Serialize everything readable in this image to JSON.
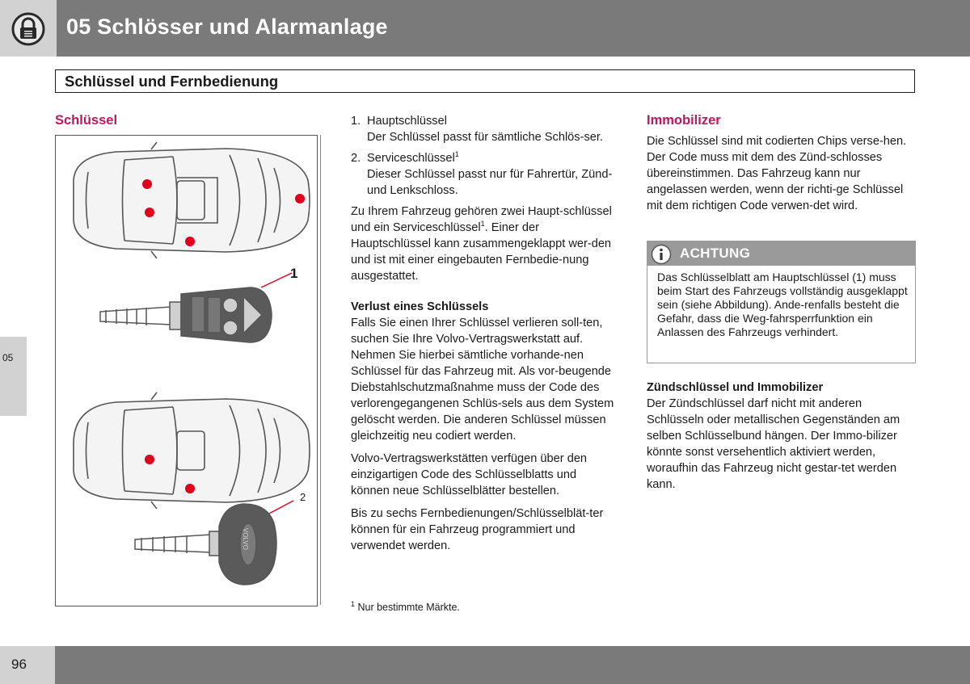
{
  "header": {
    "title": "05 Schlösser und Alarmanlage",
    "lock_icon": "lock-icon"
  },
  "section": {
    "title": "Schlüssel und Fernbedienung"
  },
  "side_tab": "05",
  "page_number": "96",
  "left": {
    "heading": "Schlüssel",
    "callout_1": "1",
    "callout_2": "2",
    "key_brand": "VOLVO"
  },
  "middle": {
    "list": [
      {
        "num": "1.",
        "title": "Hauptschlüssel",
        "desc": "Der Schlüssel passt für sämtliche Schlös-ser."
      },
      {
        "num": "2.",
        "title": "Serviceschlüssel",
        "sup": "1",
        "desc": "Dieser Schlüssel passt nur für Fahrertür, Zünd- und Lenkschloss."
      }
    ],
    "para1_a": "Zu Ihrem Fahrzeug gehören zwei Haupt-schlüssel und ein Serviceschlüssel",
    "para1_sup": "1",
    "para1_b": ". Einer der Hauptschlüssel kann zusammengeklappt wer-den und ist mit einer eingebauten Fernbedie-nung ausgestattet.",
    "subheading": "Verlust eines Schlüssels",
    "para2": "Falls Sie einen Ihrer Schlüssel verlieren soll-ten, suchen Sie Ihre Volvo-Vertragswerkstatt auf. Nehmen Sie hierbei sämtliche vorhande-nen Schlüssel für das Fahrzeug mit. Als vor-beugende Diebstahlschutzmaßnahme muss der Code des verlorengegangenen Schlüs-sels aus dem System gelöscht werden. Die anderen Schlüssel müssen gleichzeitig neu codiert werden.",
    "para3": "Volvo-Vertragswerkstätten verfügen über den einzigartigen Code des Schlüsselblatts und können neue Schlüsselblätter bestellen.",
    "para4": "Bis zu sechs Fernbedienungen/Schlüsselblät-ter können für ein Fahrzeug programmiert und verwendet werden.",
    "footnote_sup": "1",
    "footnote": " Nur bestimmte Märkte."
  },
  "right": {
    "heading": "Immobilizer",
    "para1": "Die Schlüssel sind mit codierten Chips verse-hen. Der Code muss mit dem des Zünd-schlosses übereinstimmen. Das Fahrzeug kann nur angelassen werden, wenn der richti-ge Schlüssel mit dem richtigen Code verwen-det wird.",
    "warning": {
      "label": "ACHTUNG",
      "icon": "info-icon",
      "text": "Das Schlüsselblatt am Hauptschlüssel (1) muss beim Start des Fahrzeugs vollständig ausgeklappt sein (siehe Abbildung). Ande-renfalls besteht die Gefahr, dass die Weg-fahrsperrfunktion ein Anlassen des Fahrzeugs verhindert."
    },
    "subheading": "Zündschlüssel und Immobilizer",
    "para2": "Der Zündschlüssel darf nicht mit anderen Schlüsseln oder metallischen Gegenständen am selben Schlüsselbund hängen. Der Immo-bilizer könnte sonst versehentlich aktiviert werden, woraufhin das Fahrzeug nicht gestar-tet werden kann."
  },
  "colors": {
    "accent": "#c0175a",
    "bar": "#7a7a7a",
    "light_bar": "#d2d2d2",
    "marker": "#e0001b"
  }
}
